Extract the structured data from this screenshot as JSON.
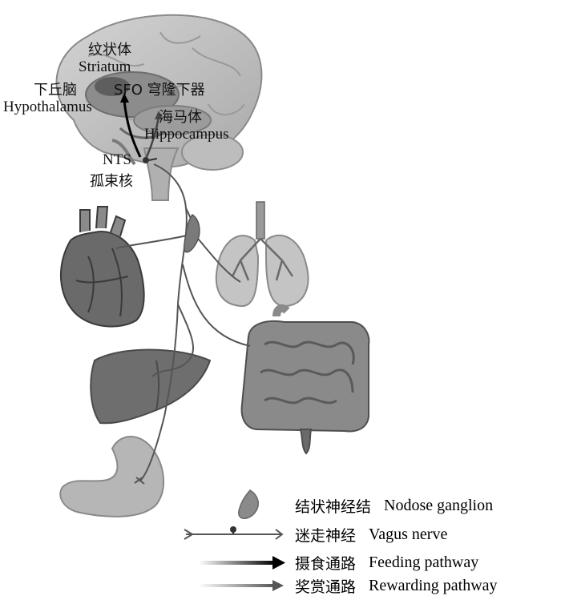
{
  "labels": {
    "striatum_cn": "纹状体",
    "striatum_en": "Striatum",
    "hypothalamus_cn": "下丘脑",
    "hypothalamus_en": "Hypothalamus",
    "sfo": "SFO 穹隆下器",
    "hippocampus_cn": "海马体",
    "hippocampus_en": "Hippocampus",
    "nts_en": "NTS",
    "nts_cn": "孤束核"
  },
  "legend": [
    {
      "cn": "结状神经结",
      "en": "Nodose ganglion",
      "symbol": "ganglion-icon"
    },
    {
      "cn": "迷走神经",
      "en": "Vagus nerve",
      "symbol": "nerve-line-icon"
    },
    {
      "cn": "摄食通路",
      "en": "Feeding pathway",
      "symbol": "black-arrow-icon"
    },
    {
      "cn": "奖赏通路",
      "en": "Rewarding pathway",
      "symbol": "grey-arrow-icon"
    }
  ],
  "colors": {
    "organ_dark": "#4a4a4a",
    "organ_mid": "#7a7a7a",
    "organ_light": "#b8b8b8",
    "nerve": "#555555",
    "brain": "#c9c9c9"
  }
}
